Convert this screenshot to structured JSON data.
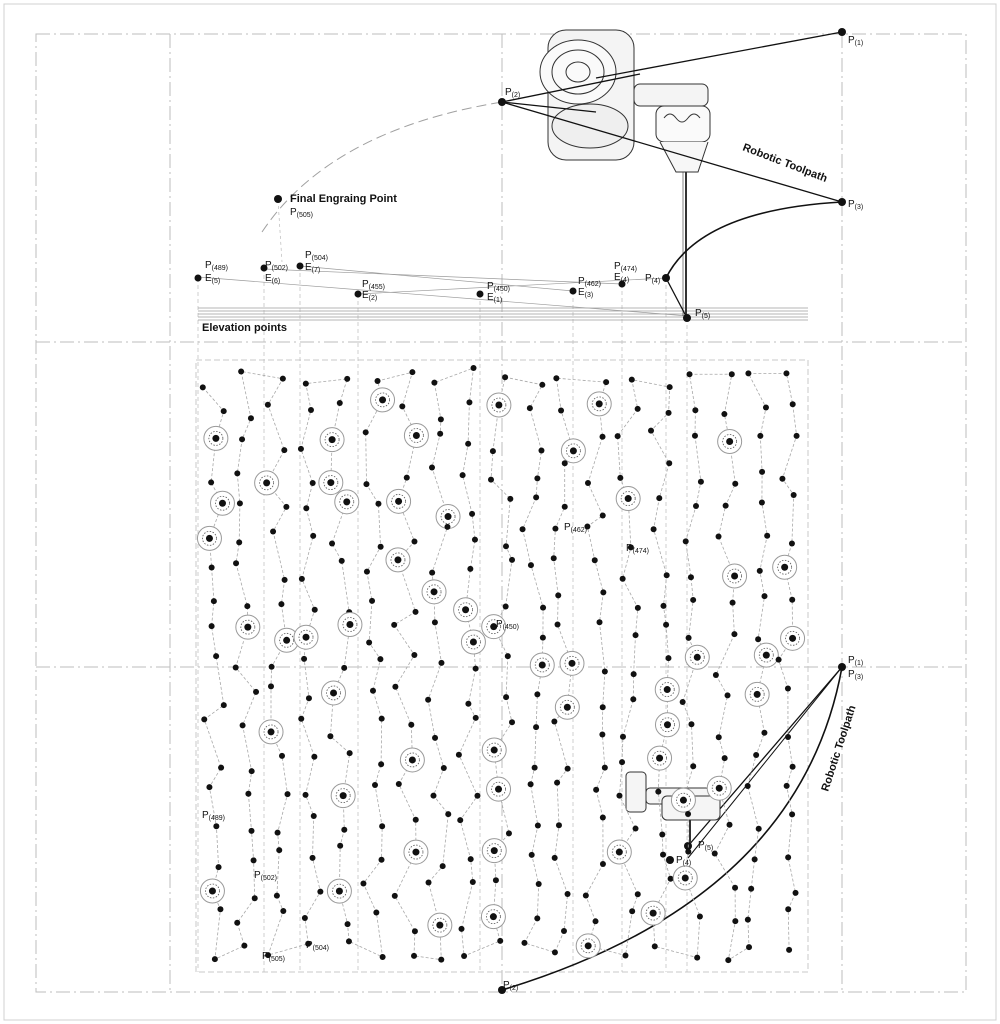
{
  "annotations": {
    "final_point_title": "Final Engraing Point",
    "elevation_title": "Elevation points",
    "toolpath_top": "Robotic Toolpath",
    "toolpath_bottom": "Robotic Toolpath"
  },
  "top_points": [
    {
      "id": "top-p1",
      "main": "P",
      "sub": "(1)"
    },
    {
      "id": "top-p2",
      "main": "P",
      "sub": "(2)"
    },
    {
      "id": "top-p3",
      "main": "P",
      "sub": "(3)"
    },
    {
      "id": "top-p4",
      "main": "P",
      "sub": "(4)"
    },
    {
      "id": "top-p5",
      "main": "P",
      "sub": "(5)"
    },
    {
      "id": "top-p505",
      "main": "P",
      "sub": "(505)"
    }
  ],
  "elevation_labels": [
    {
      "id": "p489",
      "main": "P",
      "sub": "(489)"
    },
    {
      "id": "e5",
      "main": "E",
      "sub": "(5)"
    },
    {
      "id": "p502",
      "main": "P",
      "sub": "(502)"
    },
    {
      "id": "e6",
      "main": "E",
      "sub": "(6)"
    },
    {
      "id": "p504",
      "main": "P",
      "sub": "(504)"
    },
    {
      "id": "e7",
      "main": "E",
      "sub": "(7)"
    },
    {
      "id": "p455",
      "main": "P",
      "sub": "(455)"
    },
    {
      "id": "e2",
      "main": "E",
      "sub": "(2)"
    },
    {
      "id": "p450",
      "main": "P",
      "sub": "(450)"
    },
    {
      "id": "e1",
      "main": "E",
      "sub": "(1)"
    },
    {
      "id": "p462",
      "main": "P",
      "sub": "(462)"
    },
    {
      "id": "e3",
      "main": "E",
      "sub": "(3)"
    },
    {
      "id": "p474",
      "main": "P",
      "sub": "(474)"
    },
    {
      "id": "e4",
      "main": "E",
      "sub": "(4)"
    }
  ],
  "plan_labels": [
    {
      "id": "plan-p462",
      "main": "P",
      "sub": "(462)"
    },
    {
      "id": "plan-p474",
      "main": "P",
      "sub": "(474)"
    },
    {
      "id": "plan-p450",
      "main": "P",
      "sub": "(450)"
    },
    {
      "id": "plan-p1",
      "main": "P",
      "sub": "(1)"
    },
    {
      "id": "plan-p3",
      "main": "P",
      "sub": "(3)"
    },
    {
      "id": "plan-p5",
      "main": "P",
      "sub": "(5)"
    },
    {
      "id": "plan-p4",
      "main": "P",
      "sub": "(4)"
    },
    {
      "id": "plan-p489",
      "main": "P",
      "sub": "(489)"
    },
    {
      "id": "plan-p502",
      "main": "P",
      "sub": "(502)"
    },
    {
      "id": "plan-p504",
      "main": "P",
      "sub": "(504)"
    },
    {
      "id": "plan-p505",
      "main": "P",
      "sub": "(505)"
    },
    {
      "id": "plan-p2",
      "main": "P",
      "sub": "(2)"
    }
  ],
  "colors": {
    "ink": "#111111",
    "grid": "#b8b8b8",
    "path": "#9a9a9a"
  }
}
